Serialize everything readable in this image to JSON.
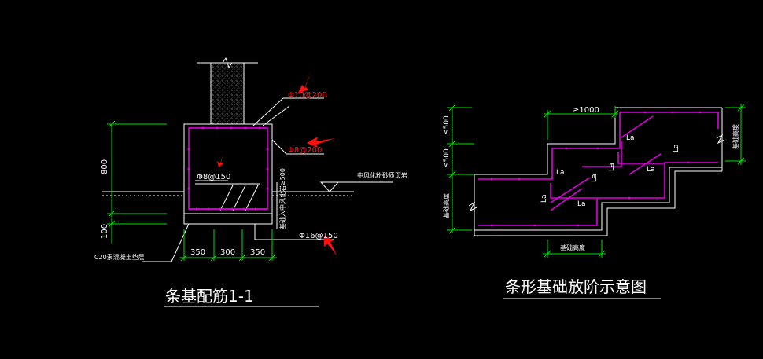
{
  "left_drawing": {
    "title": "条基配筋1-1",
    "rebar_top": "Φ10@200",
    "rebar_side": "Φ8@200",
    "rebar_inner": "Φ8@150",
    "rebar_bottom": "Φ16@150",
    "note_ground": "中风化粉砂质页岩",
    "note_bedding": "C20素混凝土垫层",
    "note_vertical": "基础入中风化岩≥500",
    "dim_height": "800",
    "dim_bedding": "100",
    "dim_w1": "350",
    "dim_w2": "300",
    "dim_w3": "350"
  },
  "right_drawing": {
    "title": "条形基础放阶示意图",
    "dim_step": "≥1000",
    "dim_h1": "≤500",
    "dim_h2": "≤500",
    "lap_label": "La",
    "label_base_width": "基础高度",
    "label_left_side": "基础高度",
    "label_right_side": "基础高度"
  },
  "colors": {
    "background": "#000000",
    "line": "#ffffff",
    "dimension": "#00e000",
    "rebar": "#e000e0",
    "arrow": "#ff1010"
  }
}
